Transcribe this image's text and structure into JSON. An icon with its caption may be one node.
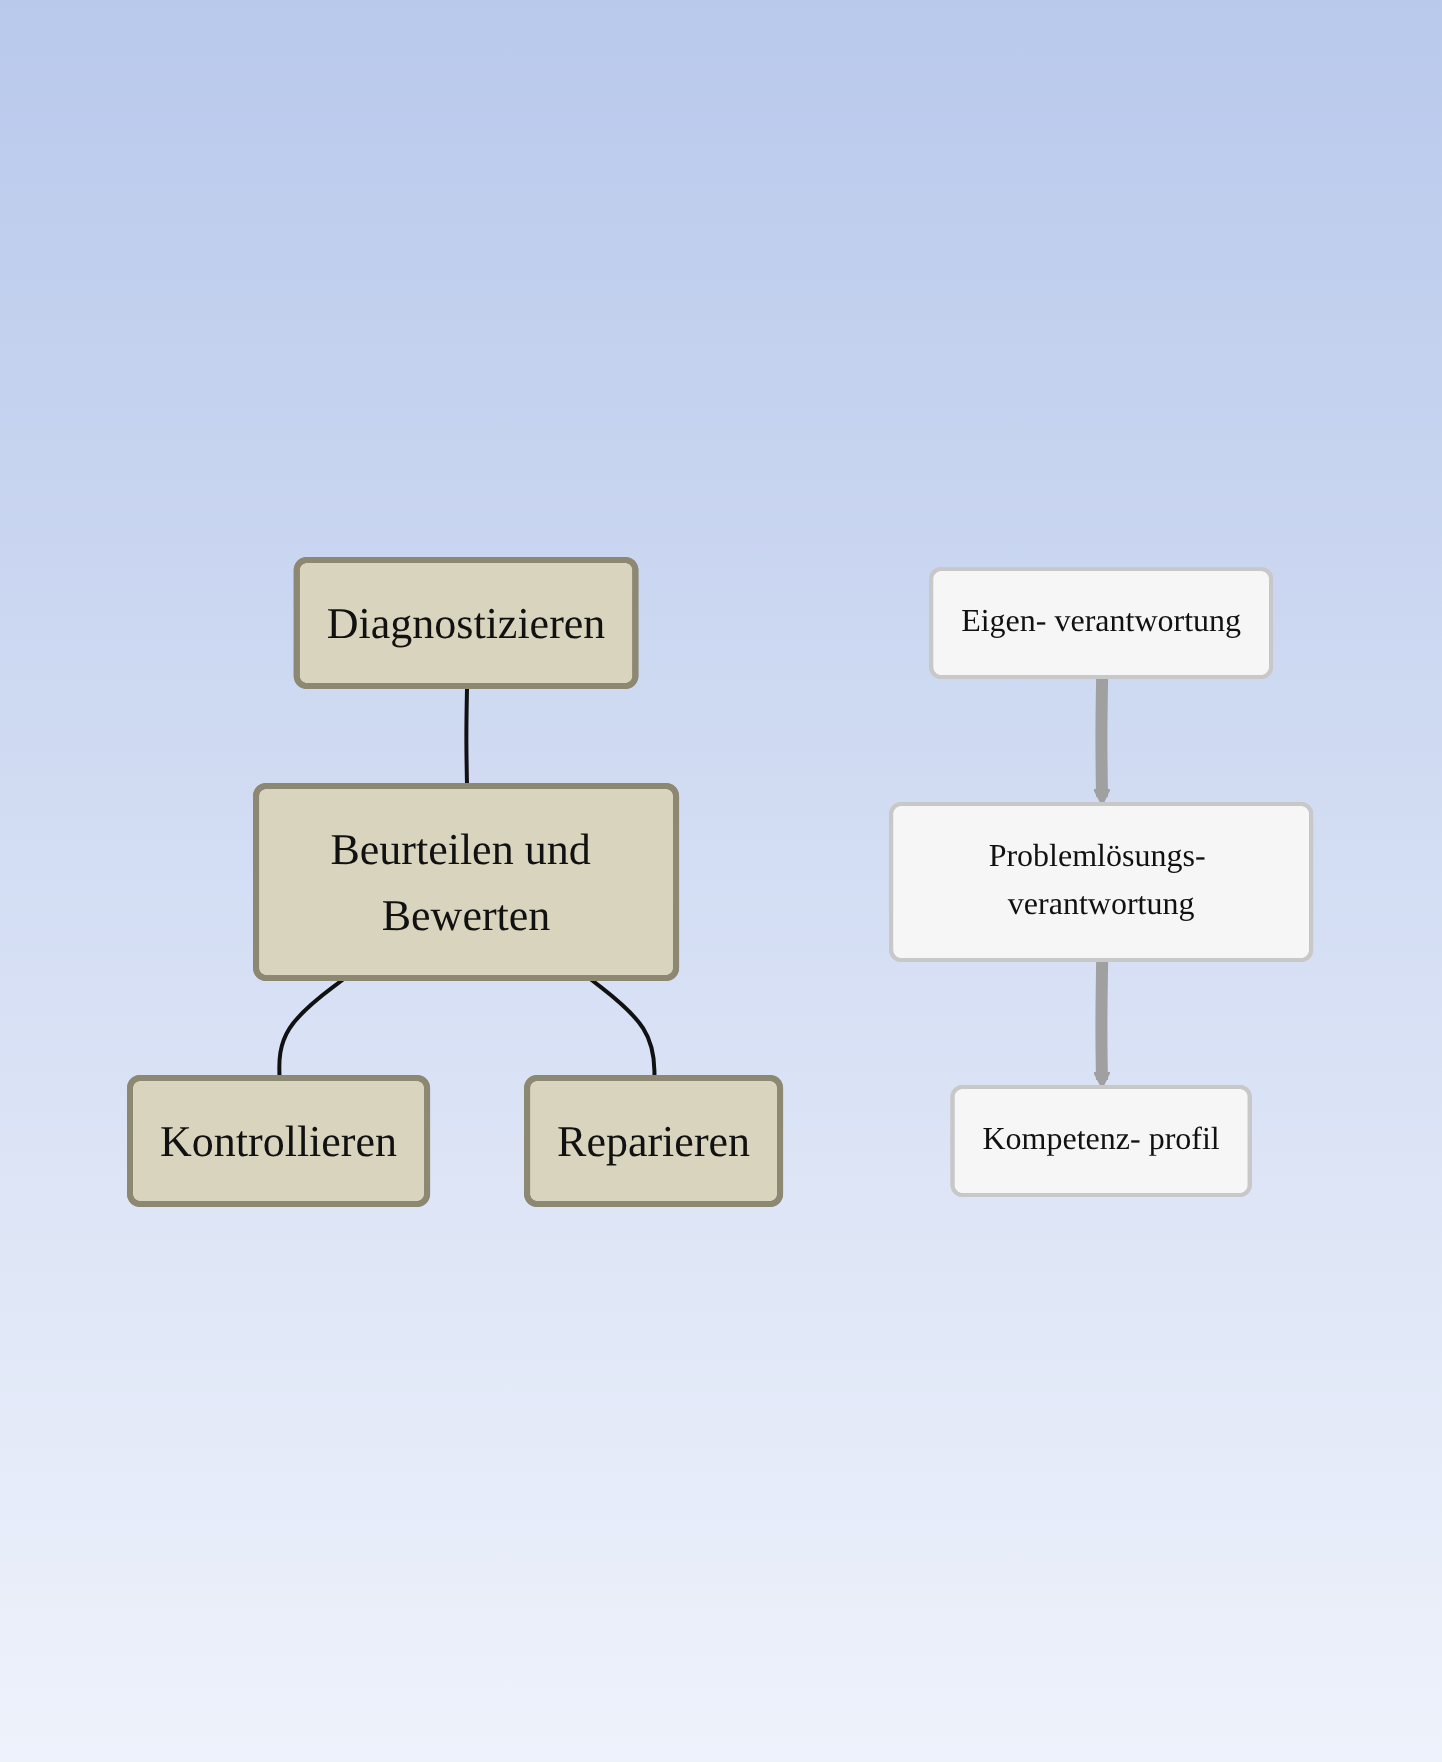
{
  "diagram": {
    "nodes": [
      {
        "text": [
          "Diagnostizieren"
        ]
      },
      {
        "text": [
          "Beurteilen und Bewerten"
        ]
      },
      {
        "text": [
          "Kontrollieren"
        ]
      },
      {
        "text": [
          "Reparieren"
        ]
      },
      {
        "text": [
          "Eigen- verantwortung"
        ]
      },
      {
        "text": [
          "Problemlösungs- verantwortung"
        ]
      },
      {
        "text": [
          "Kompetenz- profil"
        ]
      }
    ],
    "edges": [
      {
        "from": 0,
        "to": 1,
        "arrow": "none"
      },
      {
        "from": 1,
        "to": 2,
        "arrow": "none"
      },
      {
        "from": 1,
        "to": 3,
        "arrow": "none"
      },
      {
        "from": 4,
        "to": 5,
        "arrow": "to",
        "style": "thick",
        "color": "#a0a0a0"
      },
      {
        "from": 5,
        "to": 6,
        "arrow": "to",
        "style": "thick",
        "color": "#a0a0a0"
      }
    ]
  }
}
